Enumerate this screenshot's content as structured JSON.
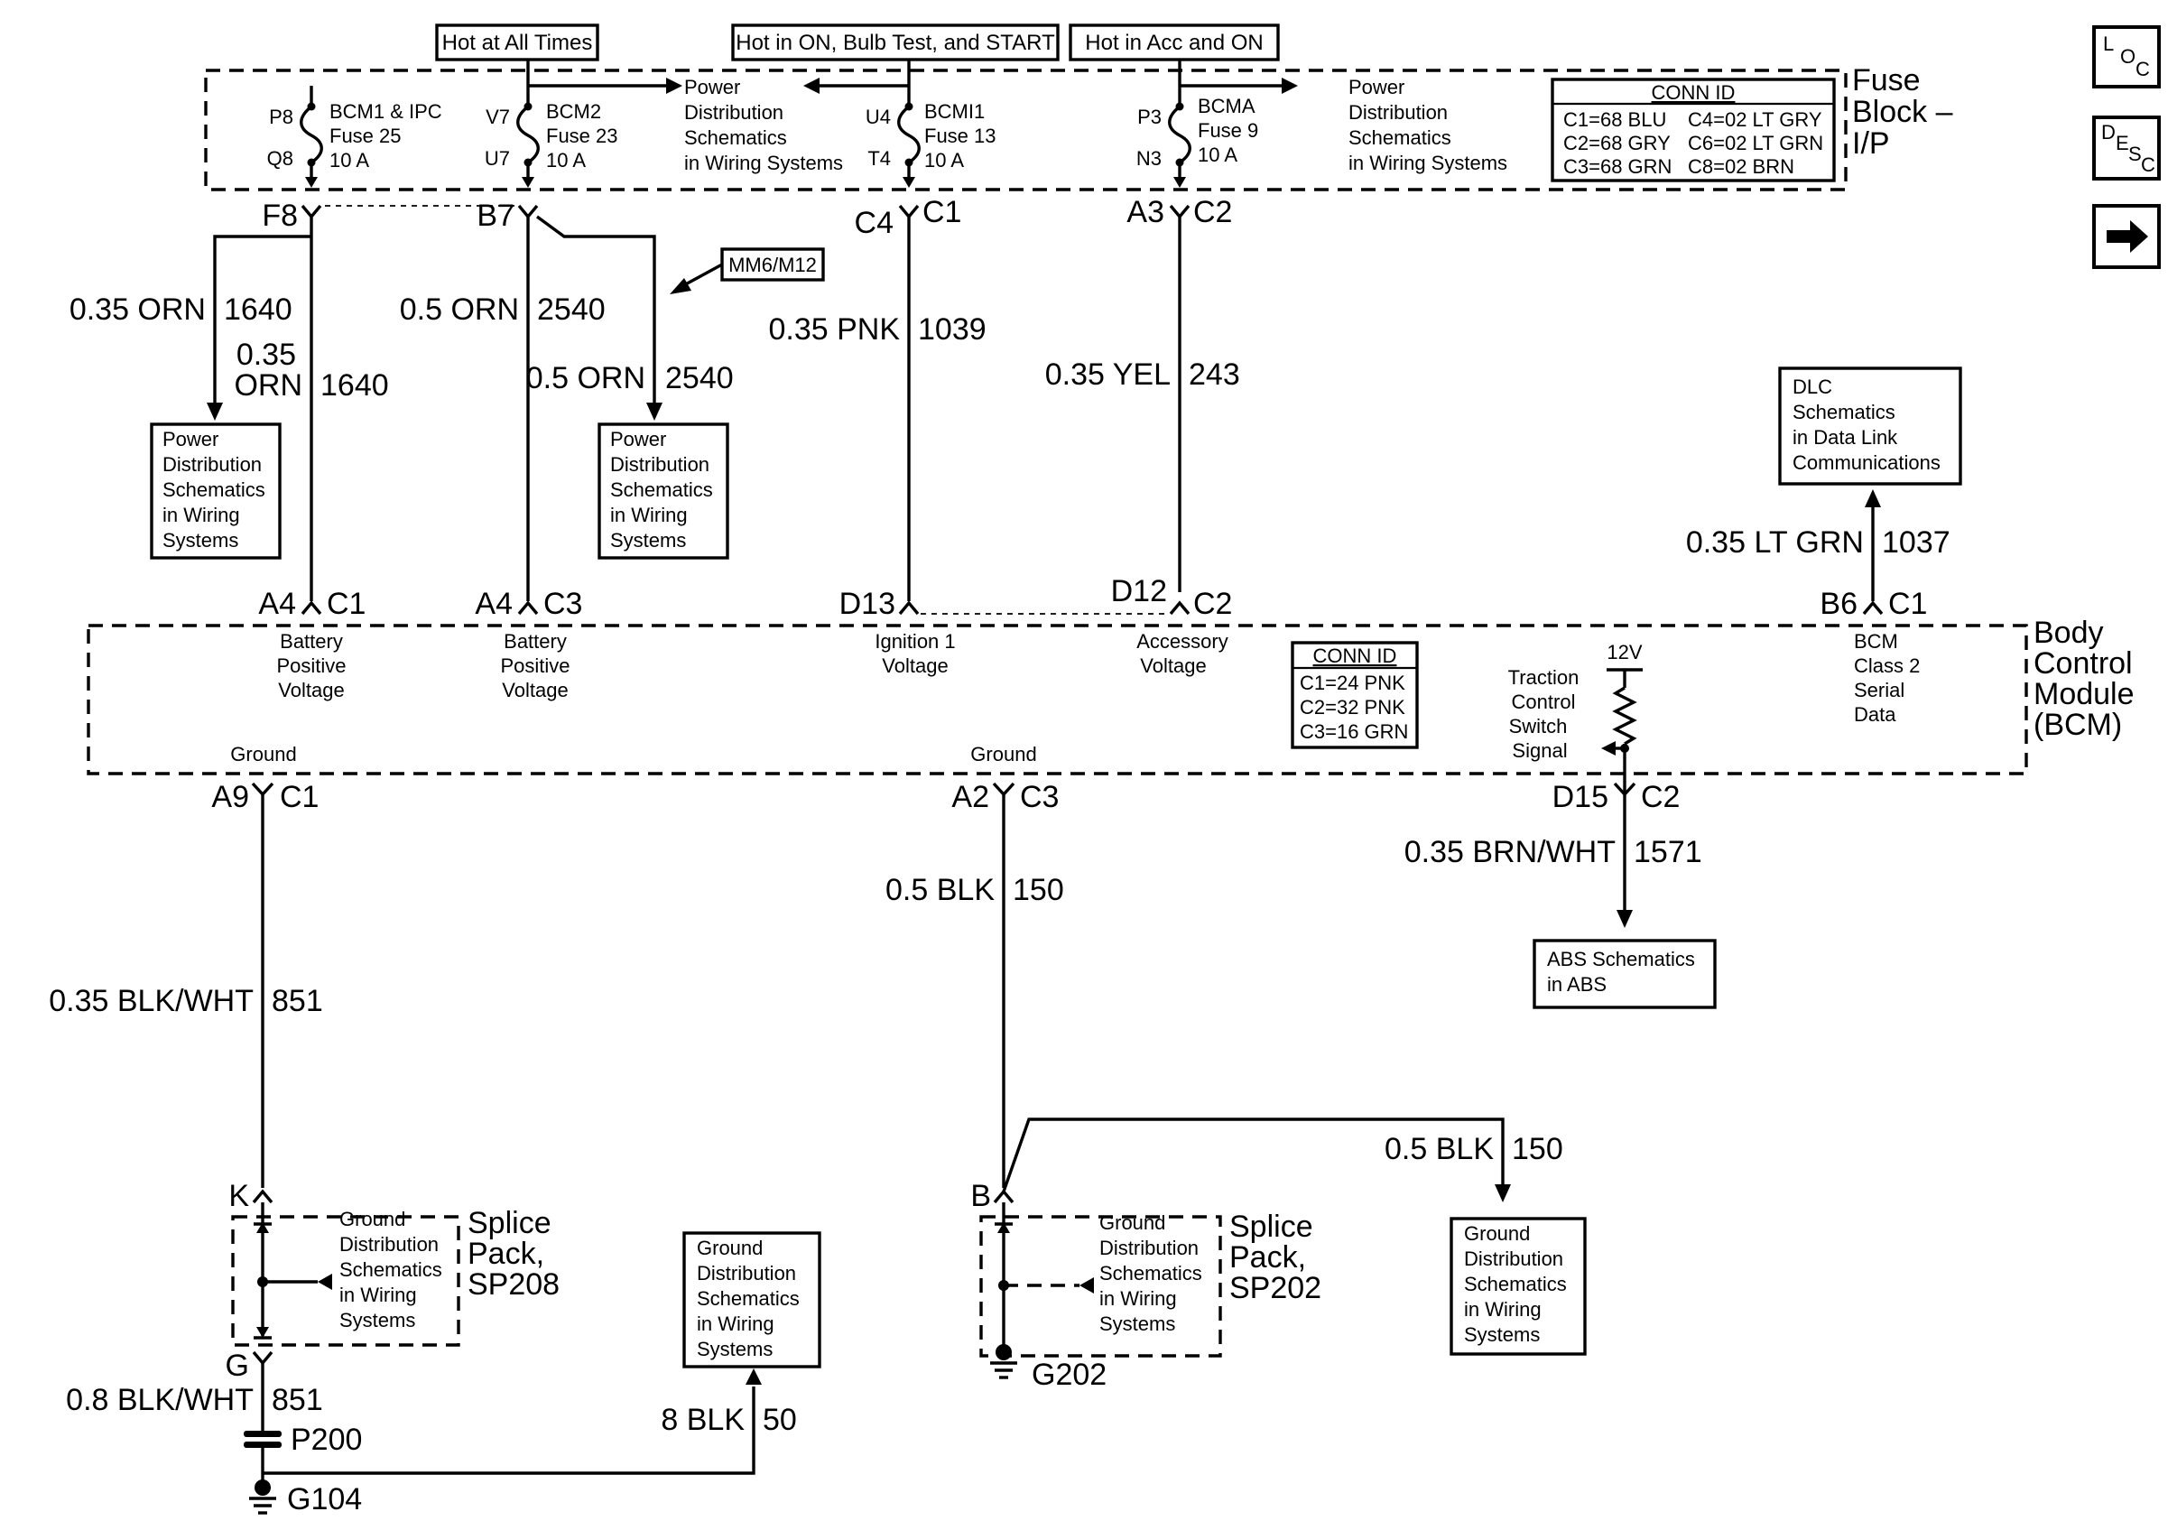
{
  "fuse_block": {
    "title": [
      "Fuse",
      "Block –",
      "I/P"
    ],
    "hot_labels": [
      "Hot at All Times",
      "Hot in ON, Bulb Test, and START",
      "Hot in Acc and ON"
    ],
    "fuses": [
      {
        "pins_top": "P8",
        "pins_bot": "Q8",
        "name": "BCM1 & IPC",
        "fuse": "Fuse 25",
        "amps": "10 A",
        "out_pin": "F8"
      },
      {
        "pins_top": "V7",
        "pins_bot": "U7",
        "name": "BCM2",
        "fuse": "Fuse 23",
        "amps": "10 A",
        "out_pin": "B7"
      },
      {
        "pins_top": "U4",
        "pins_bot": "T4",
        "name": "BCMI1",
        "fuse": "Fuse 13",
        "amps": "10 A",
        "out_pin": "C4",
        "out_conn": "C1"
      },
      {
        "pins_top": "P3",
        "pins_bot": "N3",
        "name": "BCMA",
        "fuse": "Fuse 9",
        "amps": "10 A",
        "out_pin": "A3",
        "out_conn": "C2"
      }
    ],
    "pds_ref": [
      "Power",
      "Distribution",
      "Schematics",
      "in Wiring Systems"
    ],
    "conn_id": {
      "title": "CONN ID",
      "rows": [
        [
          "C1=68 BLU",
          "C4=02 LT GRY"
        ],
        [
          "C2=68 GRY",
          "C6=02 LT GRN"
        ],
        [
          "C3=68 GRN",
          "C8=02 BRN"
        ]
      ]
    }
  },
  "wires": {
    "w1640_a": {
      "gauge": "0.35 ORN",
      "circuit": "1640"
    },
    "w1640_b": {
      "gauge1": "0.35",
      "gauge2": "ORN",
      "circuit": "1640"
    },
    "w2540_a": {
      "gauge": "0.5 ORN",
      "circuit": "2540"
    },
    "w2540_b": {
      "gauge": "0.5 ORN",
      "circuit": "2540"
    },
    "w1039": {
      "gauge": "0.35 PNK",
      "circuit": "1039"
    },
    "w243": {
      "gauge": "0.35 YEL",
      "circuit": "243"
    },
    "w1037": {
      "gauge": "0.35 LT GRN",
      "circuit": "1037"
    },
    "w1571": {
      "gauge": "0.35 BRN/WHT",
      "circuit": "1571"
    },
    "w150_a": {
      "gauge": "0.5 BLK",
      "circuit": "150"
    },
    "w150_b": {
      "gauge": "0.5 BLK",
      "circuit": "150"
    },
    "w851_a": {
      "gauge": "0.35 BLK/WHT",
      "circuit": "851"
    },
    "w851_b": {
      "gauge": "0.8 BLK/WHT",
      "circuit": "851"
    },
    "w50": {
      "gauge": "8 BLK",
      "circuit": "50"
    }
  },
  "mm_label": "MM6/M12",
  "ref_boxes": {
    "pds": [
      "Power",
      "Distribution",
      "Schematics",
      "in Wiring",
      "Systems"
    ],
    "dlc": [
      "DLC",
      "Schematics",
      "in Data Link",
      "Communications"
    ],
    "abs": [
      "ABS Schematics",
      "in ABS"
    ],
    "gds": [
      "Ground",
      "Distribution",
      "Schematics",
      "in Wiring",
      "Systems"
    ]
  },
  "bcm": {
    "title": [
      "Body",
      "Control",
      "Module",
      "(BCM)"
    ],
    "top_pins": [
      {
        "pin": "A4",
        "conn": "C1",
        "desc": [
          "Battery",
          "Positive",
          "Voltage"
        ]
      },
      {
        "pin": "A4",
        "conn": "C3",
        "desc": [
          "Battery",
          "Positive",
          "Voltage"
        ]
      },
      {
        "pin": "D13",
        "conn": "",
        "desc": [
          "Ignition 1",
          "Voltage"
        ]
      },
      {
        "pin": "D12",
        "conn": "C2",
        "desc": [
          "Accessory",
          "Voltage"
        ]
      },
      {
        "pin": "B6",
        "conn": "C1",
        "desc": [
          "BCM",
          "Class 2",
          "Serial",
          "Data"
        ]
      }
    ],
    "conn_id": {
      "title": "CONN ID",
      "rows": [
        "C1=24 PNK",
        "C2=32 PNK",
        "C3=16 GRN"
      ]
    },
    "traction": [
      "Traction",
      "Control",
      "Switch",
      "Signal"
    ],
    "voltage": "12V",
    "ground_label": "Ground",
    "bottom_pins": [
      {
        "pin": "A9",
        "conn": "C1"
      },
      {
        "pin": "A2",
        "conn": "C3"
      },
      {
        "pin": "D15",
        "conn": "C2"
      }
    ]
  },
  "splices": {
    "sp208": {
      "title": [
        "Splice",
        "Pack,",
        "SP208"
      ],
      "top": "K",
      "bottom": "G"
    },
    "sp202": {
      "title": [
        "Splice",
        "Pack,",
        "SP202"
      ],
      "top": "B"
    }
  },
  "grounds": {
    "p200": "P200",
    "g104": "G104",
    "g202": "G202"
  },
  "nav": {
    "loc": [
      "L",
      "O",
      "C"
    ],
    "desc": [
      "D",
      "E",
      "S",
      "C"
    ]
  }
}
